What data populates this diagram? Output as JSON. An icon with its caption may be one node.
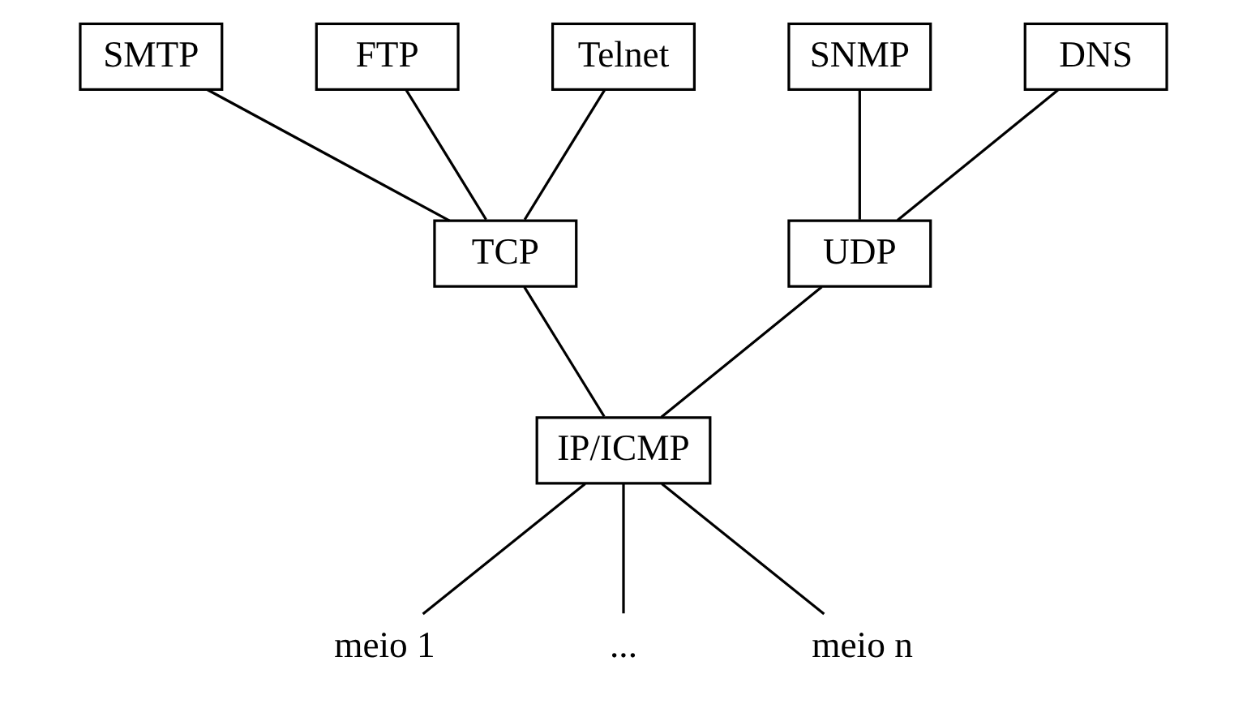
{
  "diagram": {
    "nodes": [
      {
        "text": [
          "SMTP"
        ]
      },
      {
        "text": [
          "FTP"
        ]
      },
      {
        "text": [
          "Telnet"
        ]
      },
      {
        "text": [
          "SNMP"
        ]
      },
      {
        "text": [
          "DNS"
        ]
      },
      {
        "text": [
          "TCP"
        ]
      },
      {
        "text": [
          "UDP"
        ]
      },
      {
        "text": [
          "IP/ICMP"
        ]
      },
      {
        "text": [
          "meio 1"
        ]
      },
      {
        "text": [
          "..."
        ]
      },
      {
        "text": [
          "meio n"
        ]
      }
    ],
    "edges": [
      {
        "from": 0,
        "to": 5,
        "arrow": "none"
      },
      {
        "from": 1,
        "to": 5,
        "arrow": "none"
      },
      {
        "from": 2,
        "to": 5,
        "arrow": "none"
      },
      {
        "from": 3,
        "to": 6,
        "arrow": "none"
      },
      {
        "from": 4,
        "to": 6,
        "arrow": "none"
      },
      {
        "from": 5,
        "to": 7,
        "arrow": "none"
      },
      {
        "from": 6,
        "to": 7,
        "arrow": "none"
      },
      {
        "from": 7,
        "to": 8,
        "arrow": "none"
      },
      {
        "from": 7,
        "to": 9,
        "arrow": "none"
      },
      {
        "from": 7,
        "to": 10,
        "arrow": "none"
      }
    ]
  }
}
